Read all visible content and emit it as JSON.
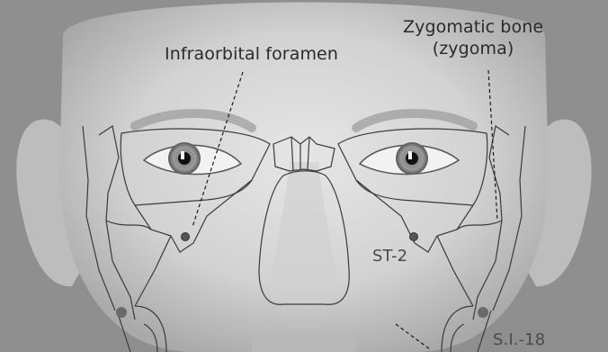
{
  "labels": {
    "infraorbital_foramen": "Infraorbital foramen",
    "zygomatic_bone_line1": "Zygomatic bone",
    "zygomatic_bone_line2": "(zygoma)",
    "st2": "ST-2",
    "si18": "S.I.-18"
  },
  "colors": {
    "background": "#9a9a9a",
    "skin_light": "#e4e4e4",
    "skin_mid": "#c8c8c8",
    "bone_outline": "#3a3a3a",
    "point_marker": "#666666",
    "label_text": "#2a2a2a"
  }
}
